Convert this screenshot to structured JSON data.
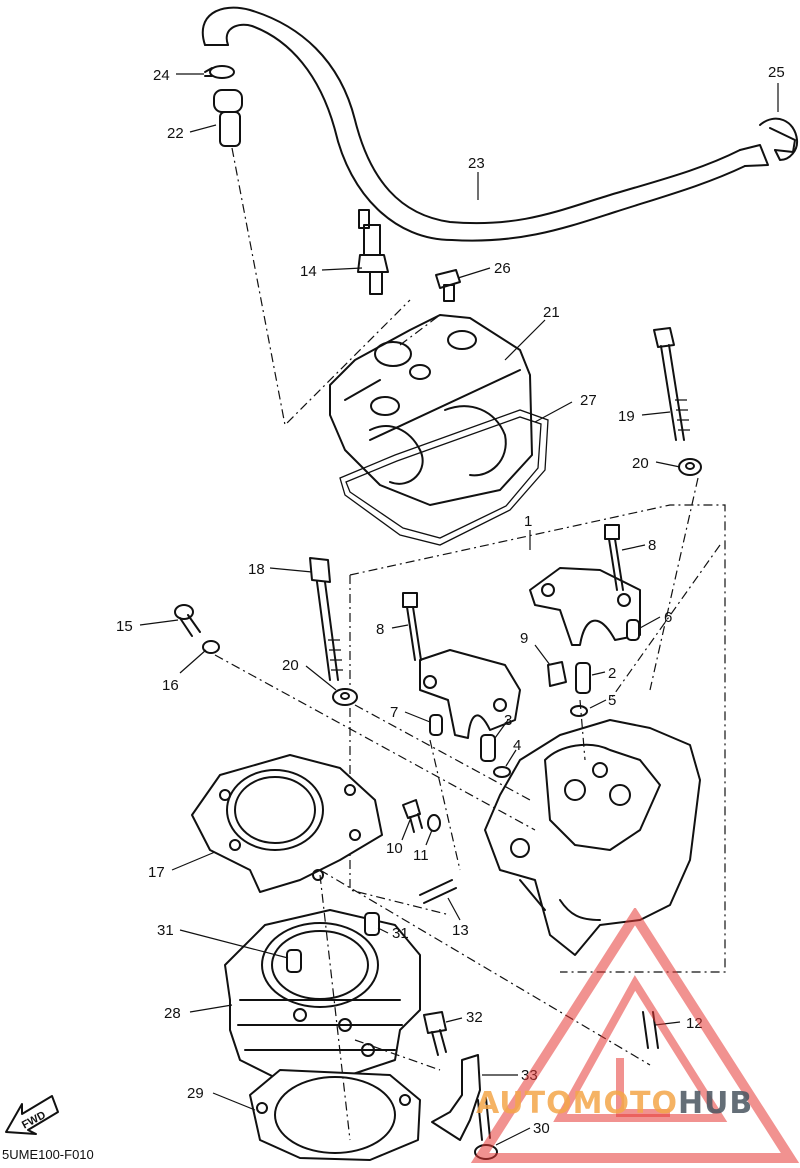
{
  "diagram_code": "5UME100-F010",
  "fwd_label": "FWD",
  "watermark": {
    "part1": "AUTOMOTO",
    "part2": "HUB",
    "accent_color": "#e53935",
    "text_color": "#f4a64a"
  },
  "callouts": [
    "1",
    "2",
    "3",
    "4",
    "5",
    "6",
    "7",
    "8",
    "8",
    "9",
    "10",
    "11",
    "12",
    "13",
    "14",
    "15",
    "16",
    "17",
    "18",
    "19",
    "20",
    "20",
    "21",
    "22",
    "23",
    "24",
    "25",
    "26",
    "27",
    "28",
    "29",
    "30",
    "31",
    "31",
    "32",
    "33"
  ]
}
